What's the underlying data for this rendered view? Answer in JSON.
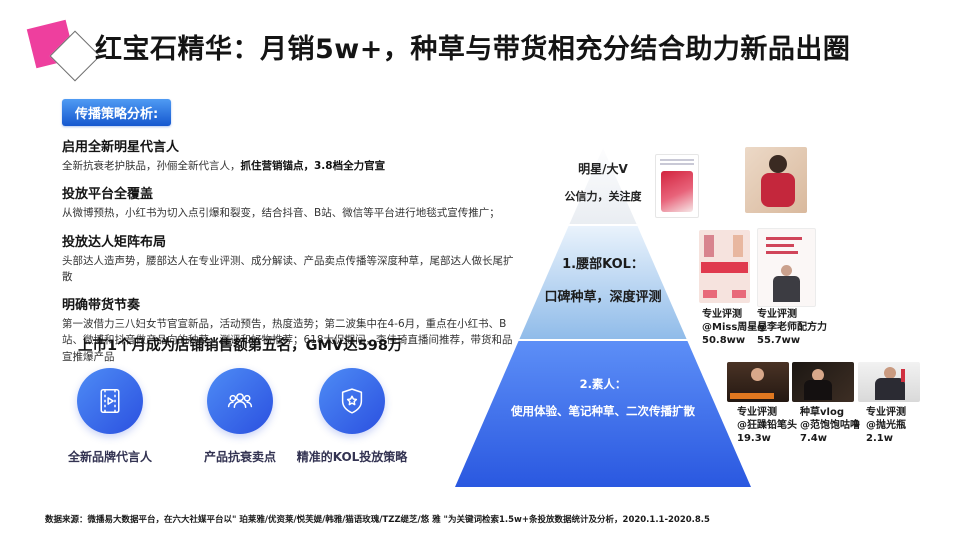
{
  "title": "红宝石精华：月销5w+，种草与带货相充分结合助力新品出圈",
  "strategy_chip": "传播策略分析:",
  "sections": [
    {
      "heading": "启用全新明星代言人",
      "body": "全新抗衰老护肤品，孙俪全新代言人，",
      "body_bold": "抓住营销锚点，3.8档全力官宣"
    },
    {
      "heading": "投放平台全覆盖",
      "body": "从微博预热，小红书为切入点引爆和裂变，结合抖音、B站、微信等平台进行地毯式宣传推广；",
      "body_bold": ""
    },
    {
      "heading": "投放达人矩阵布局",
      "body": "头部达人造声势，腰部达人在专业评测、成分解读、产品卖点传播等深度种草，尾部达人做长尾扩散",
      "body_bold": ""
    },
    {
      "heading": "明确带货节奏",
      "body": "第一波借力三八妇女节官宣新品，活动预告，热度造势；第二波集中在4-6月，重点在小红书、B站、微博和抖音做产品向的种草、测评和好物推荐；618大促期间，李佳琦直播间推荐，带货和品宣推爆产品",
      "body_bold": ""
    }
  ],
  "result_line": "上市1个月成为店铺销售额第五名，GMV达598万",
  "highlights": [
    {
      "icon": "film-icon",
      "label": "全新品牌代言人"
    },
    {
      "icon": "people-icon",
      "label": "产品抗衰卖点"
    },
    {
      "icon": "shield-star-icon",
      "label": "精准的KOL投放策略"
    }
  ],
  "pyramid": {
    "top": {
      "line1": "明星/大V",
      "line2": "公信力，关注度"
    },
    "middle": {
      "line1": "1.腰部KOL：",
      "line2": "口碑种草，深度评测"
    },
    "bottom": {
      "line1": "2.素人：",
      "line2": "使用体验、笔记种草、二次传播扩散"
    }
  },
  "reviews_mid": [
    {
      "type": "专业评测",
      "handle": "@Miss周星星",
      "count": "50.8ww"
    },
    {
      "type": "专业评测",
      "handle": "@李老师配方力",
      "count": "55.7ww"
    }
  ],
  "reviews_bottom": [
    {
      "type": "专业评测",
      "handle": "@狂躁铅笔头",
      "count": "19.3w"
    },
    {
      "type": "种草vlog",
      "handle": "@范饱饱咕噜",
      "count": "7.4w"
    },
    {
      "type": "专业评测",
      "handle": "@抛光瓶",
      "count": "2.1w"
    }
  ],
  "footnote": "数据来源：微播易大数据平台，在六大社媒平台以\" 珀莱雅/优资莱/悦芙媞/韩雅/猫语玫瑰/TZZ缇芝/悠 雅 \"为关键词检索1.5w+条投放数据统计及分析，2020.1.1-2020.8.5",
  "colors": {
    "accent_pink": "#ee3f9e",
    "chip_blue_top": "#4f9bf3",
    "chip_blue_bottom": "#1557cf",
    "circle_blue": "#2f5de6",
    "pyramid_mid_blue": "#8fbbe9",
    "pyramid_bottom_blue": "#2a58e0",
    "title_color": "#141414"
  }
}
